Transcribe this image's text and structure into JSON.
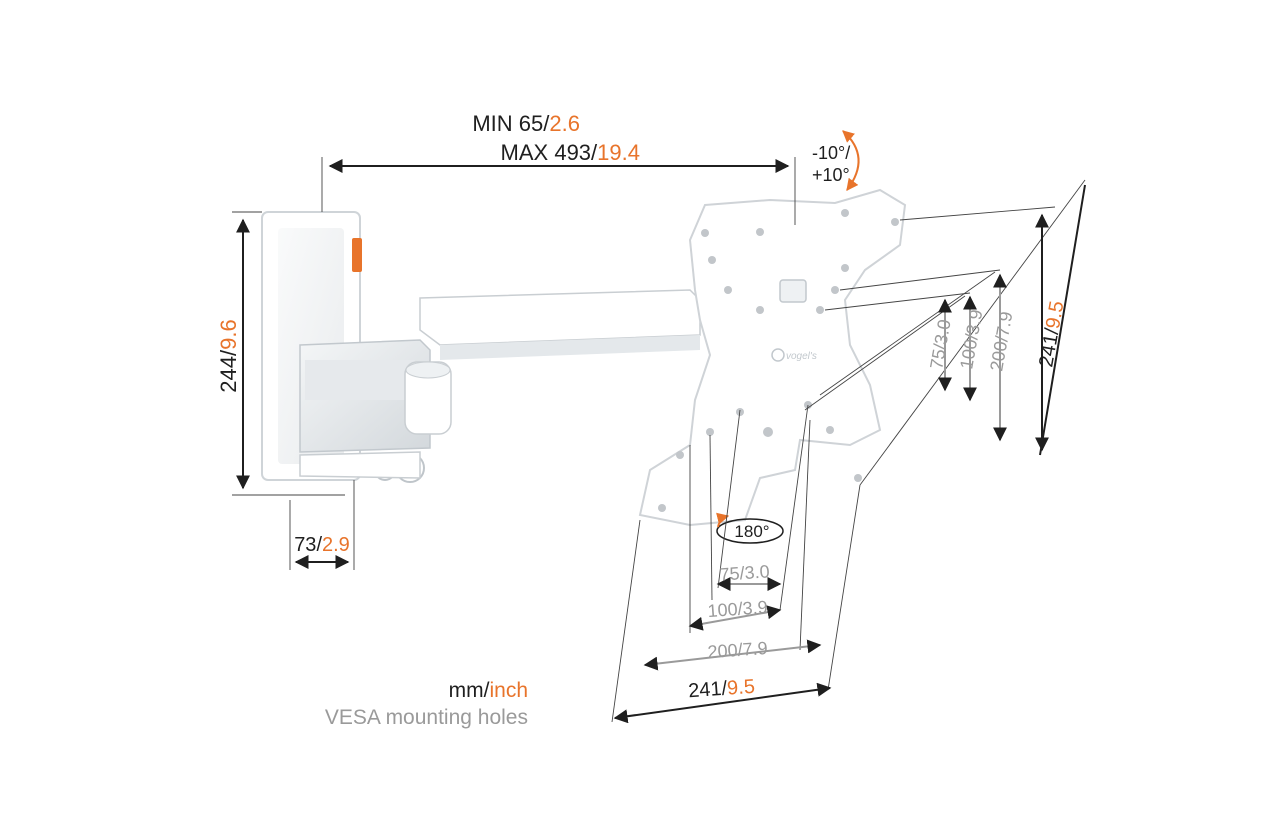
{
  "colors": {
    "text_dark": "#1f1f1f",
    "accent_orange": "#e8742b",
    "text_grey": "#9a9a9a",
    "product_white": "#ffffff",
    "product_shade": "#d9dde1"
  },
  "reach": {
    "min_mm": "MIN 65",
    "min_inch": "2.6",
    "max_mm": "MAX 493",
    "max_inch": "19.4",
    "sep": "/"
  },
  "tilt": {
    "up": "-10°/",
    "down": "+10°"
  },
  "wall_plate": {
    "height_mm": "244",
    "height_inch": "9.6",
    "depth_mm": "73",
    "depth_inch": "2.9",
    "sep": "/"
  },
  "rotation": {
    "label": "180°"
  },
  "vesa_vertical": [
    {
      "mm": "75",
      "inch": "3.0",
      "style": "grey"
    },
    {
      "mm": "100",
      "inch": "3.9",
      "style": "grey"
    },
    {
      "mm": "200",
      "inch": "7.9",
      "style": "grey"
    },
    {
      "mm": "241",
      "inch": "9.5",
      "style": "dark"
    }
  ],
  "vesa_horizontal": [
    {
      "mm": "75",
      "inch": "3.0",
      "style": "grey"
    },
    {
      "mm": "100",
      "inch": "3.9",
      "style": "grey"
    },
    {
      "mm": "200",
      "inch": "7.9",
      "style": "grey"
    },
    {
      "mm": "241",
      "inch": "9.5",
      "style": "dark"
    }
  ],
  "legend": {
    "units_mm": "mm",
    "units_inch": "inch",
    "sep": "/",
    "caption": "VESA mounting holes"
  },
  "logo_text": "vogel's"
}
